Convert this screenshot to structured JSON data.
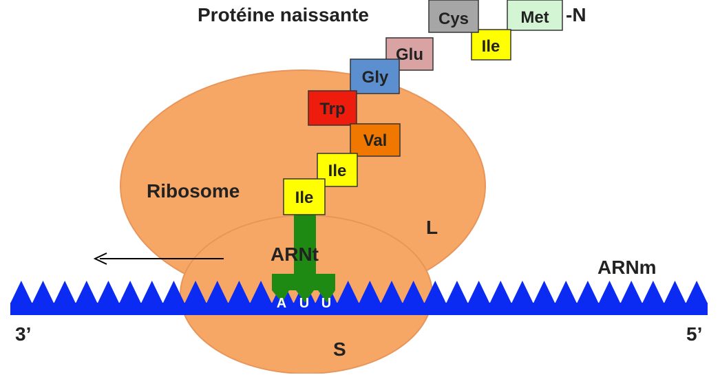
{
  "title": "Protéine naissante",
  "n_terminus": "-N",
  "labels": {
    "ribosome": "Ribosome",
    "large_subunit": "L",
    "small_subunit": "S",
    "trna": "ARNt",
    "mrna": "ARNm",
    "three_prime": "3’",
    "five_prime": "5’"
  },
  "anticodon": [
    "A",
    "U",
    "U"
  ],
  "amino_acids": [
    {
      "name": "Met",
      "color": "#d4f5d4"
    },
    {
      "name": "Ile",
      "color": "#ffff00"
    },
    {
      "name": "Cys",
      "color": "#a6a6a6"
    },
    {
      "name": "Glu",
      "color": "#d9a3a3"
    },
    {
      "name": "Gly",
      "color": "#5b8fcf"
    },
    {
      "name": "Trp",
      "color": "#ee1c0c"
    },
    {
      "name": "Val",
      "color": "#f07800"
    },
    {
      "name": "Ile",
      "color": "#ffff00"
    },
    {
      "name": "Ile",
      "color": "#ffff00"
    }
  ],
  "colors": {
    "ribosome": "#f6a765",
    "ribosome_stroke": "#e8955a",
    "mrna": "#0b2bf2",
    "trna": "#1e8a14",
    "text": "#222222"
  }
}
